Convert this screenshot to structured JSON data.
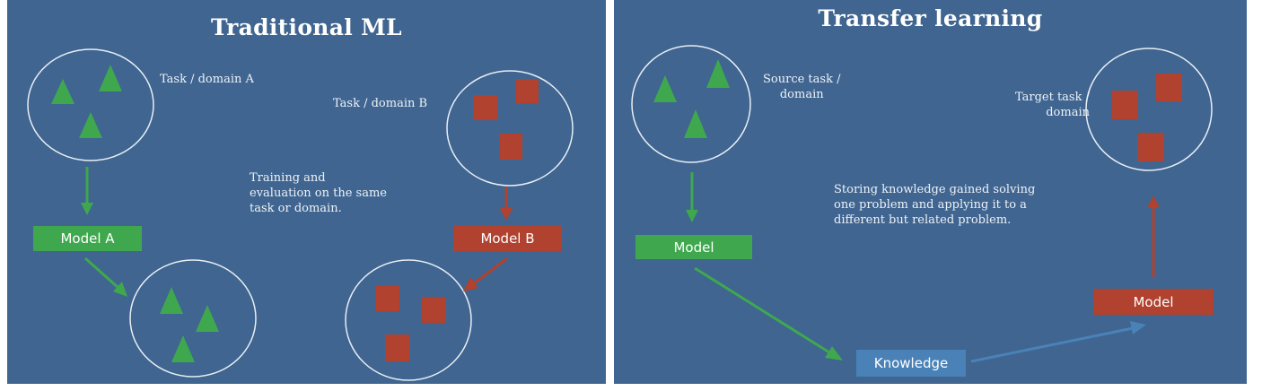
{
  "left_panel": {
    "title": "Traditional ML",
    "task_a_label": "Task / domain A",
    "task_b_label": "Task / domain B",
    "description": "Training and\nevaluation on the same\ntask or domain.",
    "model_a_label": "Model A",
    "model_b_label": "Model B"
  },
  "right_panel": {
    "title": "Transfer learning",
    "source_label": "Source task /\ndomain",
    "target_label": "Target task /\ndomain",
    "description": "Storing knowledge gained solving\none problem and applying it to a\ndifferent but related problem.",
    "model_source_label": "Model",
    "model_target_label": "Model",
    "knowledge_label": "Knowledge"
  },
  "colors": {
    "panel_bg": "#3f6590",
    "green": "#3fa84e",
    "red": "#b0422f",
    "blue_arrow": "#4a82b8",
    "circle_stroke": "#e8eef5"
  }
}
